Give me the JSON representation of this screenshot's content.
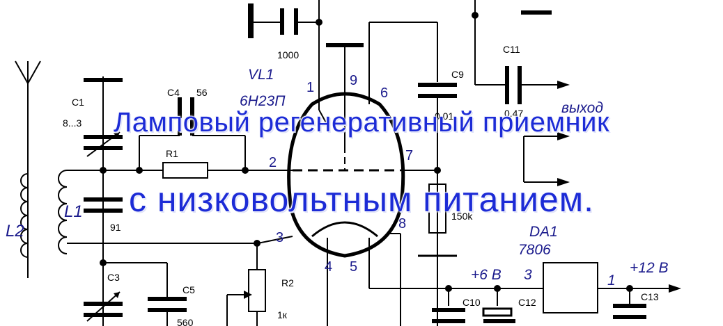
{
  "title": {
    "line1": "Ламповый регенеративный приемник",
    "line2": "с низковольтным питанием."
  },
  "tube": {
    "ref": "VL1",
    "type": "6Н23П"
  },
  "pins": [
    "1",
    "9",
    "6",
    "2",
    "7",
    "3",
    "8",
    "4",
    "5"
  ],
  "components": {
    "c_top_value": "1000",
    "c1_ref": "C1",
    "c1_value": "8...3",
    "c4_ref": "C4",
    "c4_value": "56",
    "r1_ref": "R1",
    "c9_ref": "C9",
    "c9_value": "0.01",
    "c11_ref": "C11",
    "c11_value": "0.47",
    "l1_ref": "L1",
    "l2_ref": "L2",
    "c2_value": "91",
    "c3_ref": "C3",
    "c5_ref": "C5",
    "c5_value": "560",
    "r2_ref": "R2",
    "r2_value": "1к",
    "r3_value": "150k",
    "c10_ref": "C10",
    "c12_ref": "C12",
    "c13_ref": "C13"
  },
  "regulator": {
    "ref": "DA1",
    "type": "7806",
    "pin_in": "3",
    "pin_out": "1"
  },
  "rails": {
    "v6": "+6 В",
    "v12": "+12 В",
    "output": "выход"
  },
  "colors": {
    "ink": "#000000",
    "annotation": "#1a1a8c",
    "title": "#1c2bd6"
  }
}
